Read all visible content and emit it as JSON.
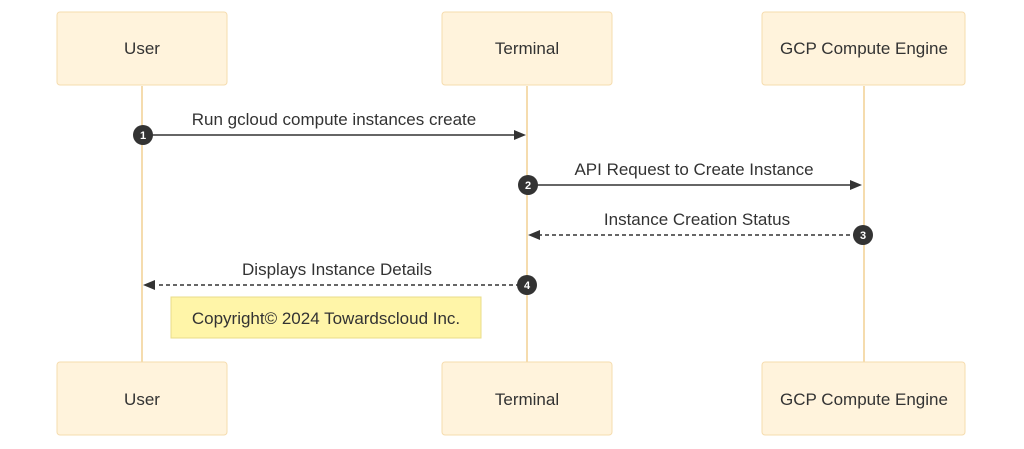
{
  "actors": {
    "user": "User",
    "terminal": "Terminal",
    "gcp": "GCP Compute Engine"
  },
  "messages": [
    {
      "step": "1",
      "label": "Run gcloud compute instances create",
      "from": "User",
      "to": "Terminal",
      "style": "solid"
    },
    {
      "step": "2",
      "label": "API Request to Create Instance",
      "from": "Terminal",
      "to": "GCP Compute Engine",
      "style": "solid"
    },
    {
      "step": "3",
      "label": "Instance Creation Status",
      "from": "GCP Compute Engine",
      "to": "Terminal",
      "style": "dashed"
    },
    {
      "step": "4",
      "label": "Displays Instance Details",
      "from": "Terminal",
      "to": "User",
      "style": "dashed"
    }
  ],
  "note": {
    "text": "Copyright© 2024 Towardscloud Inc."
  },
  "colors": {
    "actor_fill": "#fff3dc",
    "actor_border": "#f5dcae",
    "line": "#333333",
    "note_fill": "#fff5a8"
  }
}
